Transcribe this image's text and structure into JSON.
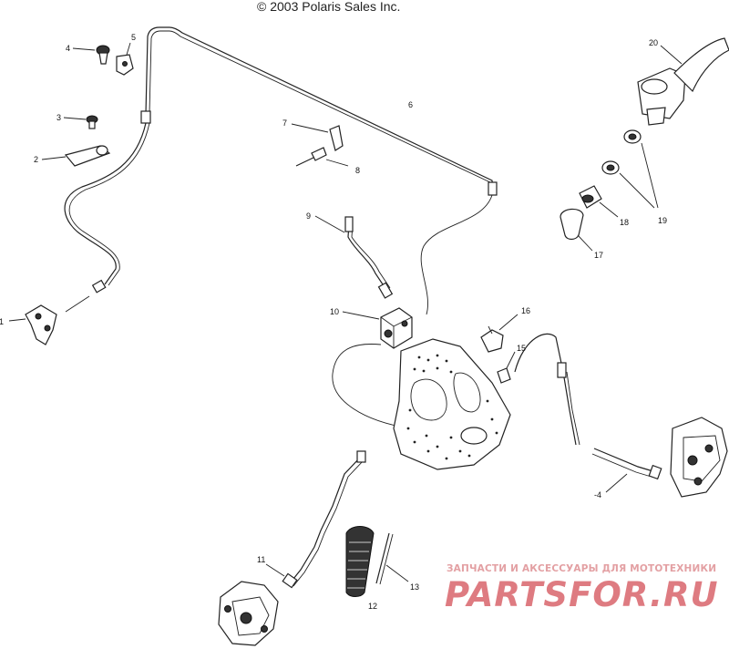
{
  "header": {
    "copyright": "© 2003 Polaris Sales Inc."
  },
  "callouts": [
    "1",
    "2",
    "3",
    "4",
    "5",
    "6",
    "7",
    "8",
    "9",
    "10",
    "11",
    "12",
    "13",
    "-4",
    "15",
    "16",
    "17",
    "18",
    "19",
    "20"
  ],
  "watermark": {
    "subtitle": "ЗАПЧАСТИ И АКСЕССУАРЫ ДЛЯ МОТОТЕХНИКИ",
    "brand": "PARTSFOR.RU"
  }
}
